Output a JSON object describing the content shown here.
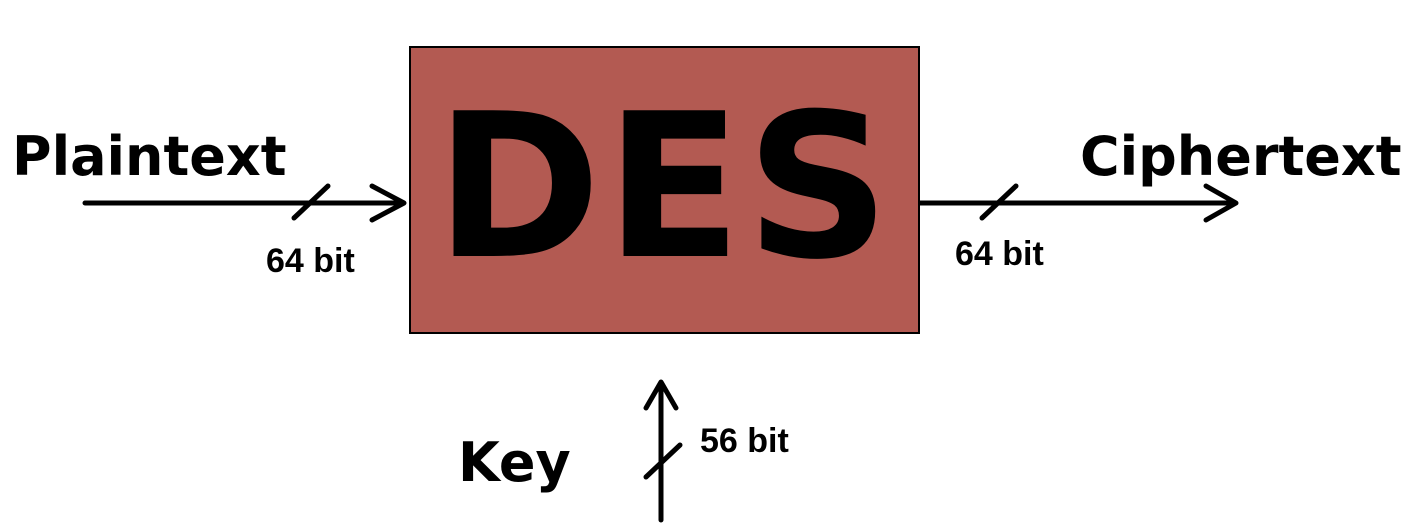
{
  "diagram": {
    "block": {
      "label": "DES",
      "fill_color": "#b35a52"
    },
    "input": {
      "label": "Plaintext",
      "width_label": "64 bit"
    },
    "output": {
      "label": "Ciphertext",
      "width_label": "64 bit"
    },
    "key": {
      "label": "Key",
      "width_label": "56 bit"
    },
    "line_color": "#000000"
  }
}
